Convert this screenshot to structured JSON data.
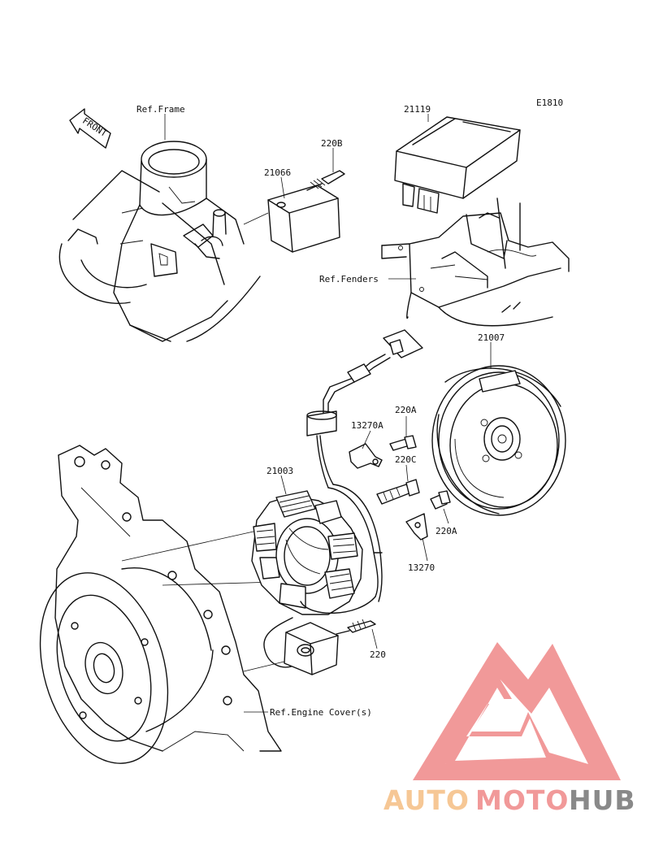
{
  "diagram": {
    "code": "E1810",
    "labels": {
      "ref_frame": "Ref.Frame",
      "ref_fenders": "Ref.Fenders",
      "ref_engine_cover": "Ref.Engine Cover(s)",
      "front_arrow": "FRONT"
    },
    "parts": {
      "p21119": "21119",
      "p220b": "220B",
      "p21066": "21066",
      "p21007": "21007",
      "p220a_top": "220A",
      "p13270a": "13270A",
      "p220c": "220C",
      "p21003": "21003",
      "p220a_bottom": "220A",
      "p13270": "13270",
      "p220": "220"
    }
  },
  "watermark": {
    "auto": "AUTO",
    "moto": "MOTO",
    "hub": "HUB",
    "colors": {
      "auto": "#f6c28a",
      "moto": "#f08e8e",
      "hub": "#7d7d7d",
      "triangle": "#f08e8e"
    }
  }
}
